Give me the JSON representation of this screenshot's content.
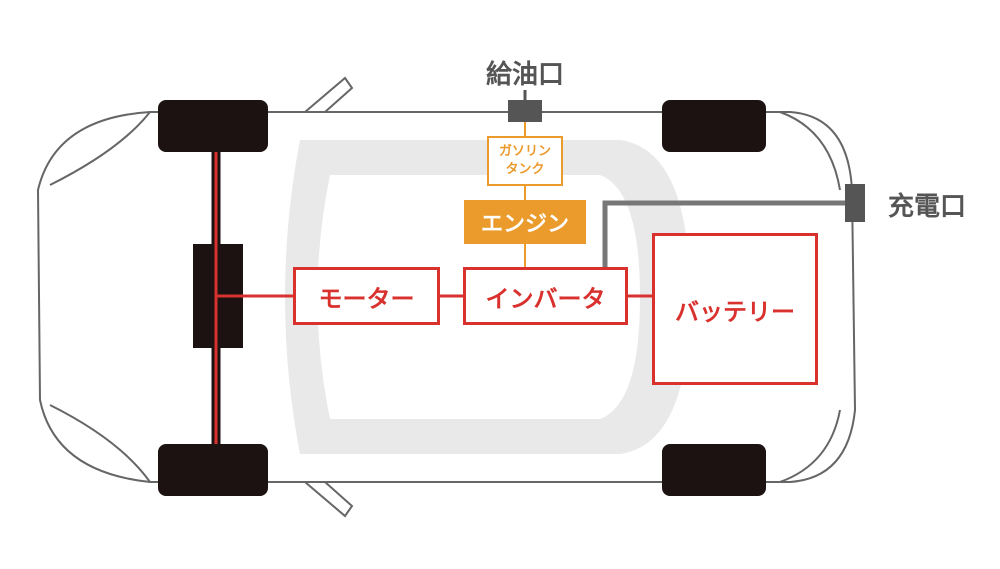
{
  "labels": {
    "fuel_port": "給油口",
    "charge_port": "充電口",
    "gasoline_tank_line1": "ガソリン",
    "gasoline_tank_line2": "タンク",
    "engine": "エンジン",
    "motor": "モーター",
    "inverter": "インバータ",
    "battery": "バッテリー"
  },
  "colors": {
    "red": "#d9322e",
    "orange": "#eb9a2c",
    "gray": "#666666",
    "car_outline": "#666666",
    "glass": "#e9e9e9",
    "tire": "#1c1212"
  }
}
